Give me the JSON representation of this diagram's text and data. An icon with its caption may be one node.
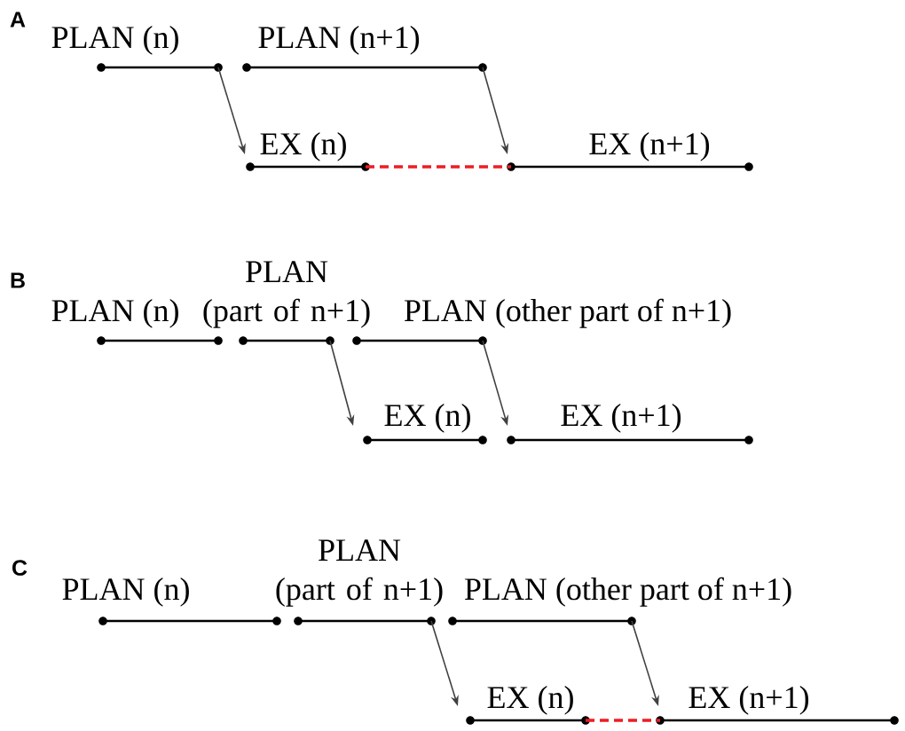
{
  "diagram": {
    "nodes": [
      {
        "text": [
          "PLAN (n)"
        ]
      },
      {
        "text": [
          "PLAN (n+1)"
        ]
      },
      {
        "text": [
          "EX (n)"
        ]
      },
      {
        "text": [
          "EX (n+1)"
        ]
      },
      {
        "text": [
          "PLAN (n)"
        ]
      },
      {
        "text": [
          "PLAN (part of n+1)"
        ]
      },
      {
        "text": [
          "PLAN (other part of n+1)"
        ]
      },
      {
        "text": [
          "EX (n)"
        ]
      },
      {
        "text": [
          "EX (n+1)"
        ]
      },
      {
        "text": [
          "PLAN (n)"
        ]
      },
      {
        "text": [
          "PLAN (part of n+1)"
        ]
      },
      {
        "text": [
          "PLAN (other part of n+1)"
        ]
      },
      {
        "text": [
          "EX (n)"
        ]
      },
      {
        "text": [
          "EX (n+1)"
        ]
      }
    ],
    "edges": [
      {
        "from": 0,
        "to": 2,
        "arrow": "to"
      },
      {
        "from": 1,
        "to": 3,
        "arrow": "to"
      },
      {
        "from": 2,
        "to": 3,
        "arrow": "none",
        "style": "dashed",
        "color": "#ee1c24"
      },
      {
        "from": 5,
        "to": 7,
        "arrow": "to"
      },
      {
        "from": 6,
        "to": 8,
        "arrow": "to"
      },
      {
        "from": 10,
        "to": 12,
        "arrow": "to"
      },
      {
        "from": 11,
        "to": 13,
        "arrow": "to"
      },
      {
        "from": 12,
        "to": 13,
        "arrow": "none",
        "style": "dashed",
        "color": "#ee1c24"
      }
    ],
    "labels": [
      "A",
      "B",
      "C"
    ]
  }
}
